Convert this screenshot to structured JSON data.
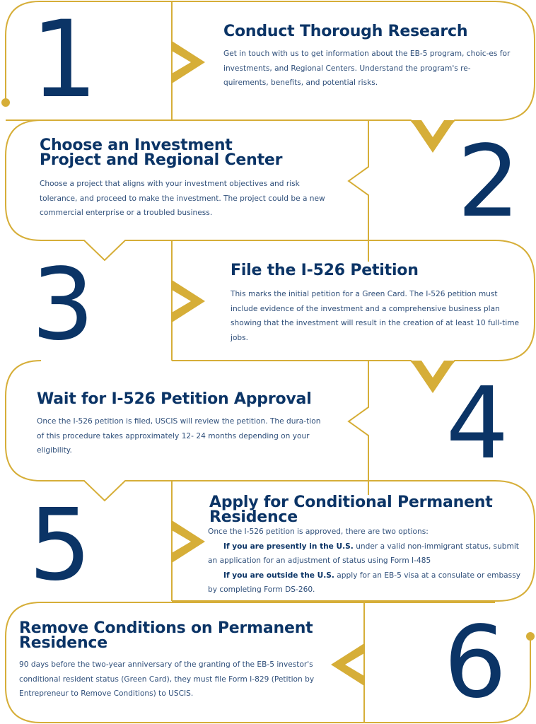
{
  "theme": {
    "navy": "#0b3466",
    "gold": "#d6ae38",
    "body_text": "#2f4f7a",
    "background": "#ffffff"
  },
  "steps": [
    {
      "number": "1",
      "title": "Conduct Thorough Research",
      "body": "Get in touch with us to get information about the EB-5 program, choic-es for investments, and Regional Centers. Understand the program's re-quirements, benefits, and potential risks."
    },
    {
      "number": "2",
      "title_line1": "Choose an Investment",
      "title_line2": "Project and Regional Center",
      "body": "Choose a project that aligns with your investment objectives and risk tolerance, and proceed to make the investment. The project could be a new commercial enterprise or a troubled business."
    },
    {
      "number": "3",
      "title": "File the I-526 Petition",
      "body": "This marks the initial petition for a Green Card. The I-526 petition must include evidence of the investment and a comprehensive business plan showing that the investment will result in the creation of at least 10 full-time jobs."
    },
    {
      "number": "4",
      "title": "Wait for I-526 Petition Approval",
      "body": "Once the I-526 petition is filed, USCIS will review the petition. The dura-tion of this procedure takes approximately 12- 24 months depending on your eligibility."
    },
    {
      "number": "5",
      "title_line1": "Apply for Conditional Permanent",
      "title_line2": "Residence",
      "intro": "Once the I-526 petition is approved, there are two options:",
      "options": [
        {
          "bold": "If you are presently in the U.S.",
          "text": " under a valid non-immigrant status, submit an application for an adjustment of status using Form I-485"
        },
        {
          "bold": "If you are outside the U.S.",
          "text": " apply for an EB-5 visa at a consulate or embassy by completing Form DS-260."
        }
      ]
    },
    {
      "number": "6",
      "title_line1": "Remove Conditions on Permanent",
      "title_line2": "Residence",
      "body": "90 days before the two-year anniversary of the granting of the EB-5 investor's conditional resident status (Green Card), they must file Form I-829 (Petition by Entrepreneur to Remove Conditions) to USCIS."
    }
  ]
}
